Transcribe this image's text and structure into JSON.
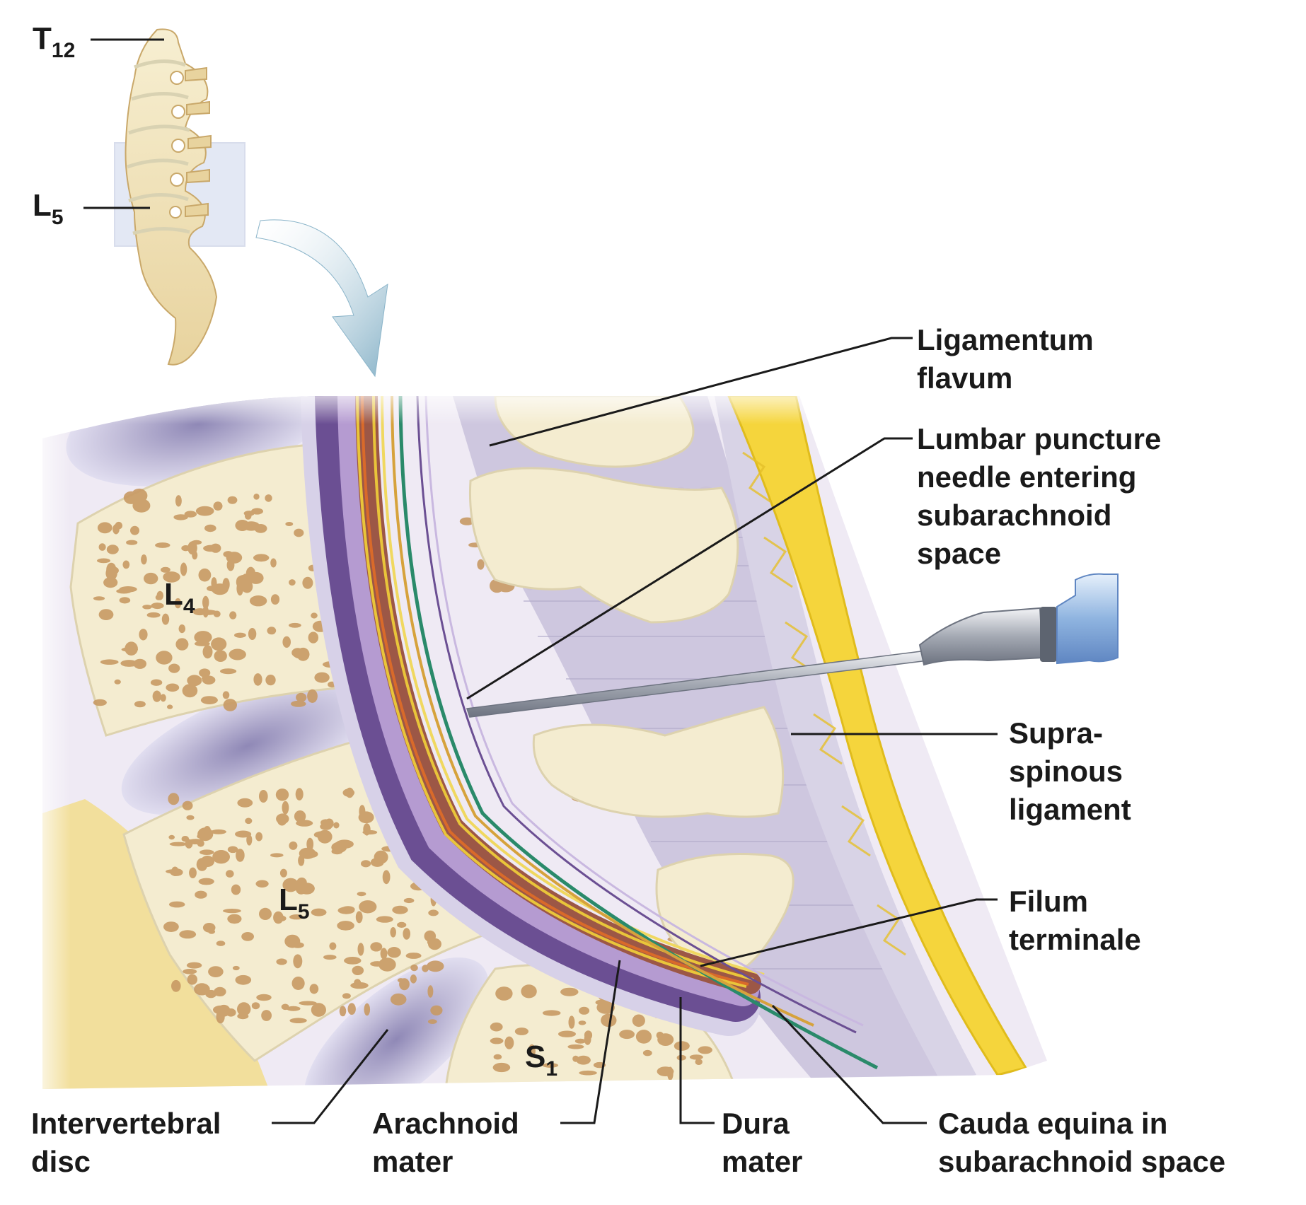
{
  "spine_labels": {
    "t12": {
      "base": "T",
      "sub": "12"
    },
    "l5_top": {
      "base": "L",
      "sub": "5"
    }
  },
  "vertebra_labels": {
    "l4": {
      "base": "L",
      "sub": "4"
    },
    "l5": {
      "base": "L",
      "sub": "5"
    },
    "s1": {
      "base": "S",
      "sub": "1"
    }
  },
  "callouts": {
    "ligamentum_flavum": [
      "Ligamentum",
      "flavum"
    ],
    "lumbar_puncture": [
      "Lumbar puncture",
      "needle entering",
      "subarachnoid",
      "space"
    ],
    "supraspinous": [
      "Supra-",
      "spinous",
      "ligament"
    ],
    "filum_terminale": [
      "Filum",
      "terminale"
    ],
    "intervertebral_disc": [
      "Intervertebral",
      "disc"
    ],
    "arachnoid_mater": [
      "Arachnoid",
      "mater"
    ],
    "dura_mater": [
      "Dura",
      "mater"
    ],
    "cauda_equina": [
      "Cauda equina in",
      "subarachnoid space"
    ]
  },
  "colors": {
    "bone": "#f4ecd0",
    "spongy": "#c89a64",
    "ligament": "#c9c3dc",
    "fat": "#f3d23a",
    "disc": "#b9b4d3",
    "dura": "#6b4f93",
    "cord": "#9c5746",
    "arrow": "#9fc2d3",
    "needle": "#a9aeb8",
    "hub": "#7ea6d8"
  }
}
